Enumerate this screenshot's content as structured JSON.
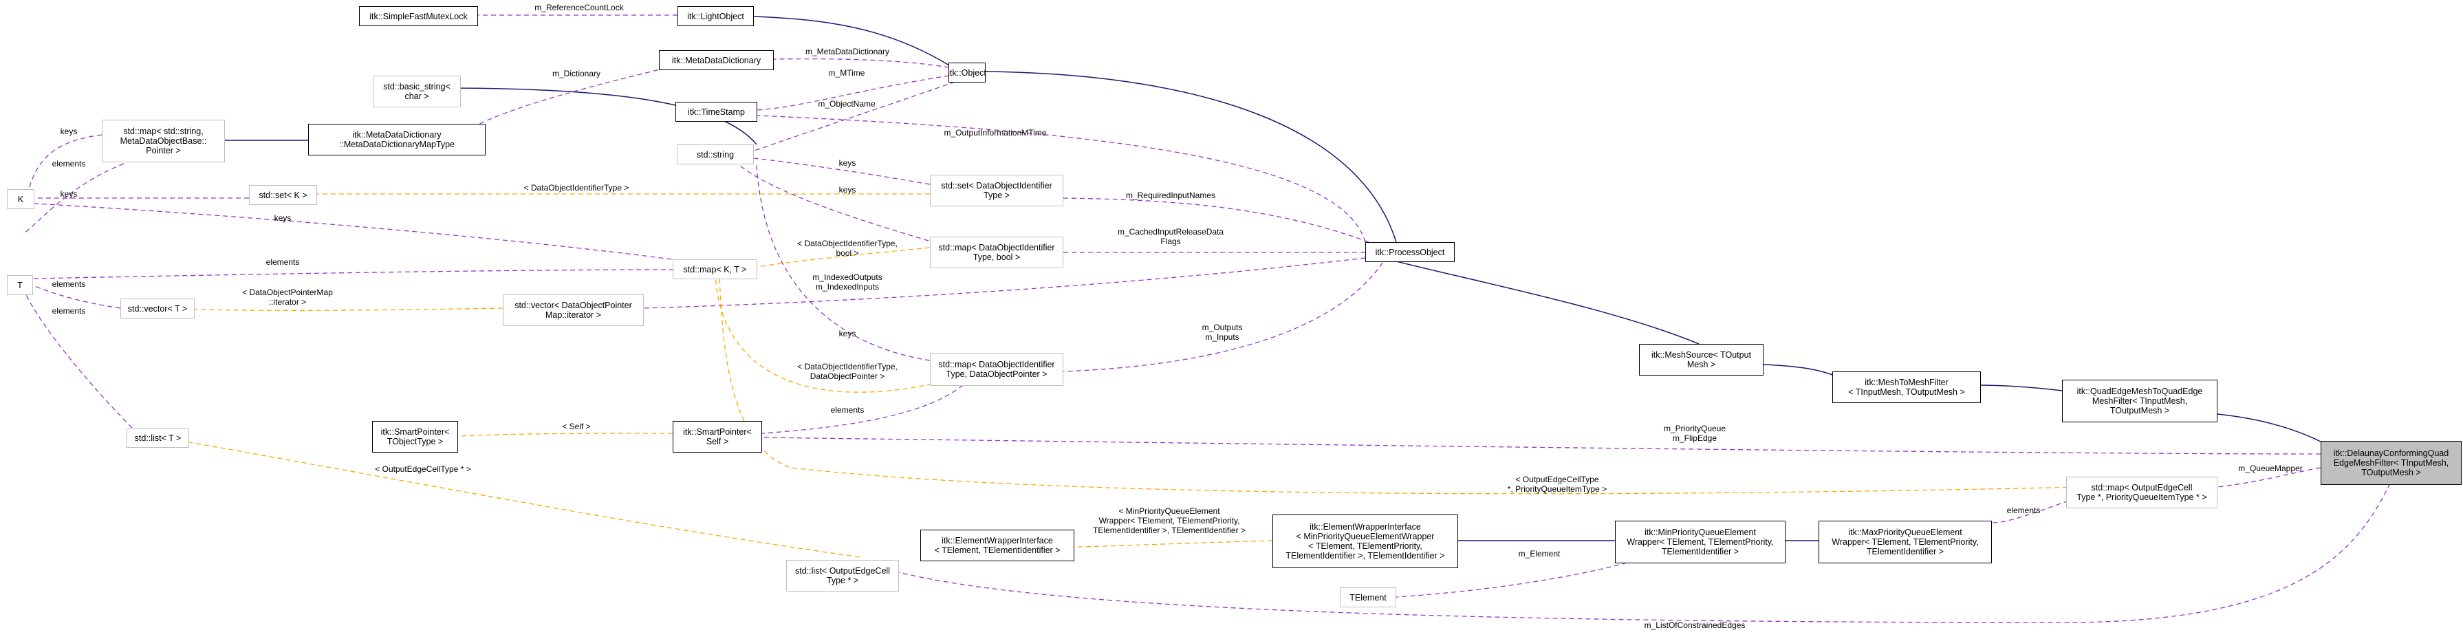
{
  "colors": {
    "inheritance": "#191970",
    "member": "#9a32cd",
    "template": "#ffa500",
    "focus_fill": "#bfbfbf",
    "external_border": "#bfbfbf",
    "border": "#000000"
  },
  "nodes": {
    "simplefastmutexlock": {
      "lines": [
        "itk::SimpleFastMutexLock"
      ]
    },
    "lightobject": {
      "lines": [
        "itk::LightObject"
      ]
    },
    "metadatadictionary": {
      "lines": [
        "itk::MetaDataDictionary"
      ]
    },
    "object": {
      "lines": [
        "itk::Object"
      ]
    },
    "timestamp": {
      "lines": [
        "itk::TimeStamp"
      ]
    },
    "basic_string": {
      "lines": [
        "std::basic_string<",
        "char >"
      ]
    },
    "map_string_metadata": {
      "lines": [
        "std::map< std::string,",
        "MetaDataObjectBase::",
        "Pointer >"
      ]
    },
    "metadatadictionarymaptype": {
      "lines": [
        "itk::MetaDataDictionary",
        "::MetaDataDictionaryMapType"
      ]
    },
    "k": {
      "lines": [
        "K"
      ]
    },
    "set_k": {
      "lines": [
        "std::set< K >"
      ]
    },
    "string": {
      "lines": [
        "std::string"
      ]
    },
    "set_dataobjectidentifier": {
      "lines": [
        "std::set< DataObjectIdentifier",
        "Type >"
      ]
    },
    "t": {
      "lines": [
        "T"
      ]
    },
    "map_k_t": {
      "lines": [
        "std::map< K, T >"
      ]
    },
    "map_dataobjectidentifier_bool": {
      "lines": [
        "std::map< DataObjectIdentifier",
        "Type, bool >"
      ]
    },
    "processobject": {
      "lines": [
        "itk::ProcessObject"
      ]
    },
    "vector_t": {
      "lines": [
        "std::vector< T >"
      ]
    },
    "vector_dataobjectpointermap": {
      "lines": [
        "std::vector< DataObjectPointer",
        "Map::iterator >"
      ]
    },
    "map_dataobjectidentifier_pointer": {
      "lines": [
        "std::map< DataObjectIdentifier",
        "Type, DataObjectPointer >"
      ]
    },
    "meshsource": {
      "lines": [
        "itk::MeshSource< TOutput",
        "Mesh >"
      ]
    },
    "meshtomeshfilter": {
      "lines": [
        "itk::MeshToMeshFilter",
        "< TInputMesh, TOutputMesh >"
      ]
    },
    "quadedgemeshtoquadedgemeshfilter": {
      "lines": [
        "itk::QuadEdgeMeshToQuadEdge",
        "MeshFilter< TInputMesh,",
        "TOutputMesh >"
      ]
    },
    "smartpointer_tobjecttype": {
      "lines": [
        "itk::SmartPointer<",
        "TObjectType >"
      ]
    },
    "smartpointer_self": {
      "lines": [
        "itk::SmartPointer<",
        "Self >"
      ]
    },
    "list_t": {
      "lines": [
        "std::list< T >"
      ]
    },
    "delaunay": {
      "lines": [
        "itk::DelaunayConformingQuad",
        "EdgeMeshFilter< TInputMesh,",
        "TOutputMesh >"
      ]
    },
    "map_outputedgecell": {
      "lines": [
        "std::map< OutputEdgeCell",
        "Type *, PriorityQueueItemType * >"
      ]
    },
    "elementwrapperinterface": {
      "lines": [
        "itk::ElementWrapperInterface",
        "< TElement, TElementIdentifier >"
      ]
    },
    "elementwrapperinterface_minpq": {
      "lines": [
        "itk::ElementWrapperInterface",
        "< MinPriorityQueueElementWrapper",
        "< TElement, TElementPriority,",
        "TElementIdentifier >, TElementIdentifier >"
      ]
    },
    "minpriorityqueueelementwrapper": {
      "lines": [
        "itk::MinPriorityQueueElement",
        "Wrapper< TElement, TElementPriority,",
        "TElementIdentifier >"
      ]
    },
    "maxpriorityqueueelementwrapper": {
      "lines": [
        "itk::MaxPriorityQueueElement",
        "Wrapper< TElement, TElementPriority,",
        "TElementIdentifier >"
      ]
    },
    "telement": {
      "lines": [
        "TElement"
      ]
    },
    "list_outputedgecell": {
      "lines": [
        "std::list< OutputEdgeCell",
        "Type * >"
      ]
    }
  },
  "edge_labels": {
    "m_referencecountlock": {
      "lines": [
        "m_ReferenceCountLock"
      ]
    },
    "m_metadatadictionary": {
      "lines": [
        "m_MetaDataDictionary"
      ]
    },
    "m_mtime": {
      "lines": [
        "m_MTime"
      ]
    },
    "m_objectname": {
      "lines": [
        "m_ObjectName"
      ]
    },
    "m_dictionary": {
      "lines": [
        "m_Dictionary"
      ]
    },
    "keys_k": {
      "lines": [
        "keys"
      ]
    },
    "elements_t1": {
      "lines": [
        "elements"
      ]
    },
    "keys_setk": {
      "lines": [
        "keys"
      ]
    },
    "dataobjectidentifiertype": {
      "lines": [
        "< DataObjectIdentifierType >"
      ]
    },
    "keys_string1": {
      "lines": [
        "keys"
      ]
    },
    "keys_string2": {
      "lines": [
        "keys"
      ]
    },
    "m_outputinformationmtime": {
      "lines": [
        "m_OutputInformationMTime"
      ]
    },
    "m_requiredinputnames": {
      "lines": [
        "m_RequiredInputNames"
      ]
    },
    "keys_mapkt": {
      "lines": [
        "keys"
      ]
    },
    "elements_mapkt": {
      "lines": [
        "elements"
      ]
    },
    "dataobjectidentifiertype_bool": {
      "lines": [
        "< DataObjectIdentifierType,",
        "bool >"
      ]
    },
    "m_cachedinputreleasedataflags": {
      "lines": [
        "m_CachedInputReleaseData",
        "Flags"
      ]
    },
    "m_indexedoutputs": {
      "lines": [
        "m_IndexedOutputs",
        "m_IndexedInputs"
      ]
    },
    "elements_vector": {
      "lines": [
        "elements"
      ]
    },
    "dataobjectpointermap_iterator": {
      "lines": [
        "< DataObjectPointerMap",
        "::iterator >"
      ]
    },
    "keys_pointer": {
      "lines": [
        "keys"
      ]
    },
    "dataobjectidentifiertype_pointer": {
      "lines": [
        "< DataObjectIdentifierType,",
        "DataObjectPointer >"
      ]
    },
    "m_outputs": {
      "lines": [
        "m_Outputs",
        "m_Inputs"
      ]
    },
    "elements_smartpointer": {
      "lines": [
        "elements"
      ]
    },
    "self": {
      "lines": [
        "< Self >"
      ]
    },
    "elements_list": {
      "lines": [
        "elements"
      ]
    },
    "outputedgecelltype_list": {
      "lines": [
        "< OutputEdgeCellType * >"
      ]
    },
    "m_priorityqueue": {
      "lines": [
        "m_PriorityQueue",
        "m_FlipEdge"
      ]
    },
    "outputedgecelltype_map": {
      "lines": [
        "< OutputEdgeCellType",
        "*, PriorityQueueItemType >"
      ]
    },
    "m_queuemapper": {
      "lines": [
        "m_QueueMapper"
      ]
    },
    "elements_map_outputedge": {
      "lines": [
        "elements"
      ]
    },
    "minpriorityqueueelement_template": {
      "lines": [
        "< MinPriorityQueueElement",
        "Wrapper< TElement, TElementPriority,",
        "TElementIdentifier >, TElementIdentifier >"
      ]
    },
    "m_element": {
      "lines": [
        "m_Element"
      ]
    },
    "m_listofconstrainededges": {
      "lines": [
        "m_ListOfConstrainedEdges"
      ]
    }
  }
}
